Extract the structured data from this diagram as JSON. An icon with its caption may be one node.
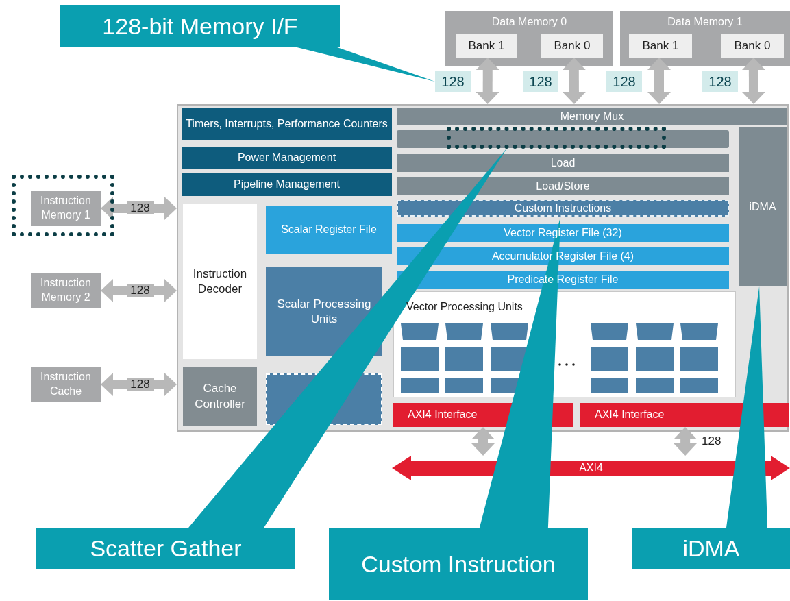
{
  "diagram": {
    "nodes": [
      {
        "text": [
          "128-bit Memory I/F"
        ]
      },
      {
        "text": [
          "Data Memory 0"
        ]
      },
      {
        "text": [
          "Bank 1"
        ],
        "in": 1
      },
      {
        "text": [
          "Bank 0"
        ],
        "in": 1
      },
      {
        "text": [
          "Data Memory 1"
        ]
      },
      {
        "text": [
          "Bank 1"
        ],
        "in": 4
      },
      {
        "text": [
          "Bank 0"
        ],
        "in": 4
      },
      {
        "text": [
          "128"
        ]
      },
      {
        "text": [
          "128"
        ]
      },
      {
        "text": [
          "128"
        ]
      },
      {
        "text": [
          "128"
        ]
      },
      {
        "text": [],
        "shape": "box"
      },
      {
        "text": [
          "Timers, Interrupts, Performance Counters"
        ],
        "in": 11
      },
      {
        "text": [
          "Power Management"
        ],
        "in": 11
      },
      {
        "text": [
          "Pipeline Management"
        ],
        "in": 11
      },
      {
        "text": [
          "Instruction Decoder"
        ],
        "in": 11
      },
      {
        "text": [
          "Scalar Register File"
        ],
        "in": 11
      },
      {
        "text": [
          "Scalar Processing Units"
        ],
        "in": 11
      },
      {
        "text": [
          "Cache Controller"
        ],
        "in": 11
      },
      {
        "text": [],
        "shape": "box",
        "in": 11
      },
      {
        "text": [
          "Memory Mux"
        ],
        "in": 11
      },
      {
        "text": [],
        "shape": "bar",
        "in": 11
      },
      {
        "text": [
          "Load"
        ],
        "in": 11
      },
      {
        "text": [
          "Load/Store"
        ],
        "in": 11
      },
      {
        "text": [
          "Custom Instructions"
        ],
        "in": 11
      },
      {
        "text": [
          "Vector Register File (32)"
        ],
        "in": 11
      },
      {
        "text": [
          "Accumulator Register File (4)"
        ],
        "in": 11
      },
      {
        "text": [
          "Predicate Register File"
        ],
        "in": 11
      },
      {
        "text": [
          "iDMA"
        ],
        "in": 11
      },
      {
        "text": [
          "Vector Processing Units"
        ],
        "in": 11
      },
      {
        "text": [
          "AXI4 Interface"
        ],
        "in": 11
      },
      {
        "text": [
          "AXI4 Interface"
        ],
        "in": 11
      },
      {
        "text": [
          "Instruction Memory 1"
        ]
      },
      {
        "text": [
          "Instruction Memory 2"
        ]
      },
      {
        "text": [
          "Instruction Cache"
        ]
      },
      {
        "text": [
          "AXI4"
        ]
      },
      {
        "text": [
          "Scatter Gather"
        ]
      },
      {
        "text": [
          "Custom Instruction"
        ]
      },
      {
        "text": [
          "iDMA"
        ]
      }
    ],
    "edges": [
      {
        "from": 0,
        "to": 7,
        "arrow": "none",
        "style": "thick",
        "color": "#0a9fb0"
      },
      {
        "from": 2,
        "to": 11,
        "arrow": "both"
      },
      {
        "from": 3,
        "to": 11,
        "arrow": "both"
      },
      {
        "from": 5,
        "to": 11,
        "arrow": "both"
      },
      {
        "from": 6,
        "to": 11,
        "arrow": "both"
      },
      {
        "from": 32,
        "to": 11,
        "arrow": "both",
        "label": "128"
      },
      {
        "from": 33,
        "to": 11,
        "arrow": "both",
        "label": "128"
      },
      {
        "from": 34,
        "to": 11,
        "arrow": "both",
        "label": "128"
      },
      {
        "from": 30,
        "to": 35,
        "arrow": "both"
      },
      {
        "from": 31,
        "to": 35,
        "arrow": "both",
        "label": "128"
      },
      {
        "from": 36,
        "to": 21,
        "arrow": "none",
        "style": "thick",
        "color": "#0a9fb0"
      },
      {
        "from": 37,
        "to": 24,
        "arrow": "none",
        "style": "thick",
        "color": "#0a9fb0"
      },
      {
        "from": 38,
        "to": 28,
        "arrow": "none",
        "style": "thick",
        "color": "#0a9fb0"
      }
    ]
  }
}
